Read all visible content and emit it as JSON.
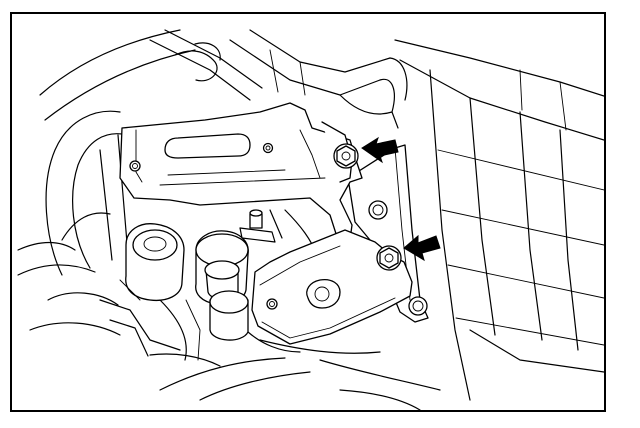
{
  "diagram": {
    "description_visible_text": [],
    "colors": {
      "line": "#000000",
      "background": "#ffffff",
      "arrow": "#000000"
    },
    "parts": [
      {
        "name": "upper-bracket",
        "icon": "bracket-shape"
      },
      {
        "name": "lower-bracket",
        "icon": "bracket-shape"
      },
      {
        "name": "bolt-upper",
        "icon": "hex-bolt"
      },
      {
        "name": "bolt-lower",
        "icon": "hex-bolt"
      }
    ],
    "callouts": [
      {
        "name": "arrow-upper",
        "icon": "black-arrow",
        "points_to": "bolt-upper"
      },
      {
        "name": "arrow-lower",
        "icon": "black-arrow",
        "points_to": "bolt-lower"
      }
    ]
  }
}
